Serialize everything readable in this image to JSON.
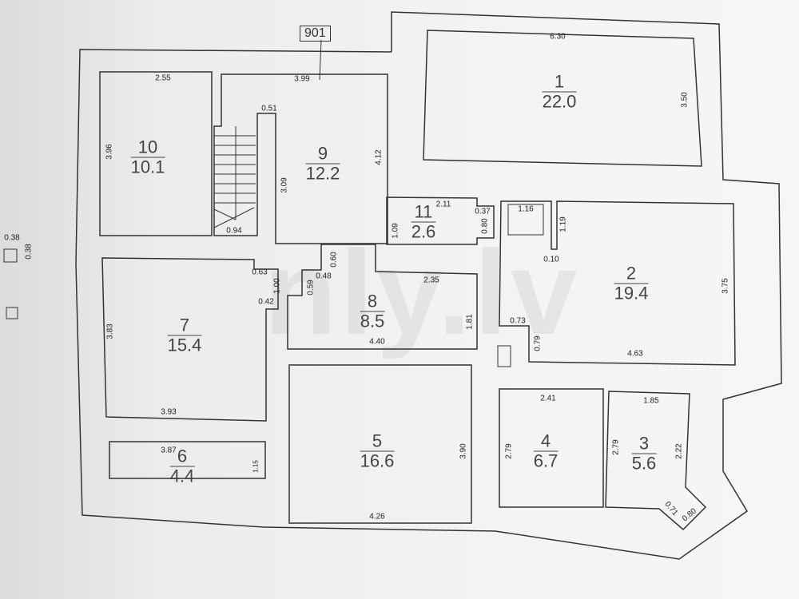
{
  "plan_tag": "901",
  "watermark": "nly.lv",
  "rooms": [
    {
      "number": "1",
      "area": "22.0"
    },
    {
      "number": "2",
      "area": "19.4"
    },
    {
      "number": "3",
      "area": "5.6"
    },
    {
      "number": "4",
      "area": "6.7"
    },
    {
      "number": "5",
      "area": "16.6"
    },
    {
      "number": "6",
      "area": "4.4"
    },
    {
      "number": "7",
      "area": "15.4"
    },
    {
      "number": "8",
      "area": "8.5"
    },
    {
      "number": "9",
      "area": "12.2"
    },
    {
      "number": "10",
      "area": "10.1"
    },
    {
      "number": "11",
      "area": "2.6"
    }
  ],
  "dims": {
    "r1_w": "6.30",
    "r1_h": "3.50",
    "r2_w": "4.63",
    "r2_h": "3.75",
    "r2_a": "1.16",
    "r2_b": "1.19",
    "r2_c": "0.10",
    "r2_d": "0.73",
    "r2_e": "0.79",
    "r3_w": "1.85",
    "r3_h": "2.22",
    "r3_l": "2.79",
    "r3_a": "0.71",
    "r3_b": "0.80",
    "r4_w": "2.41",
    "r4_h": "2.79",
    "r5_w": "4.26",
    "r5_h": "3.90",
    "r6_w": "3.87",
    "r6_h": "1.15",
    "r7_w": "3.93",
    "r7_h": "3.83",
    "r7_a": "0.63",
    "r7_b": "1.00",
    "r7_c": "0.42",
    "r8_w": "4.40",
    "r8_t": "2.35",
    "r8_h": "1.81",
    "r8_a": "0.59",
    "r8_b": "0.48",
    "r8_c": "0.60",
    "r9_w": "3.99",
    "r9_h": "4.12",
    "r9_a": "0.51",
    "r9_b": "3.09",
    "r9_c": "0.94",
    "r10_w": "2.55",
    "r10_h": "3.96",
    "r11_w": "2.11",
    "r11_h": "1.09",
    "r11_a": "0.37",
    "r11_b": "0.80",
    "sq_a": "0.38",
    "sq_b": "0.38"
  }
}
